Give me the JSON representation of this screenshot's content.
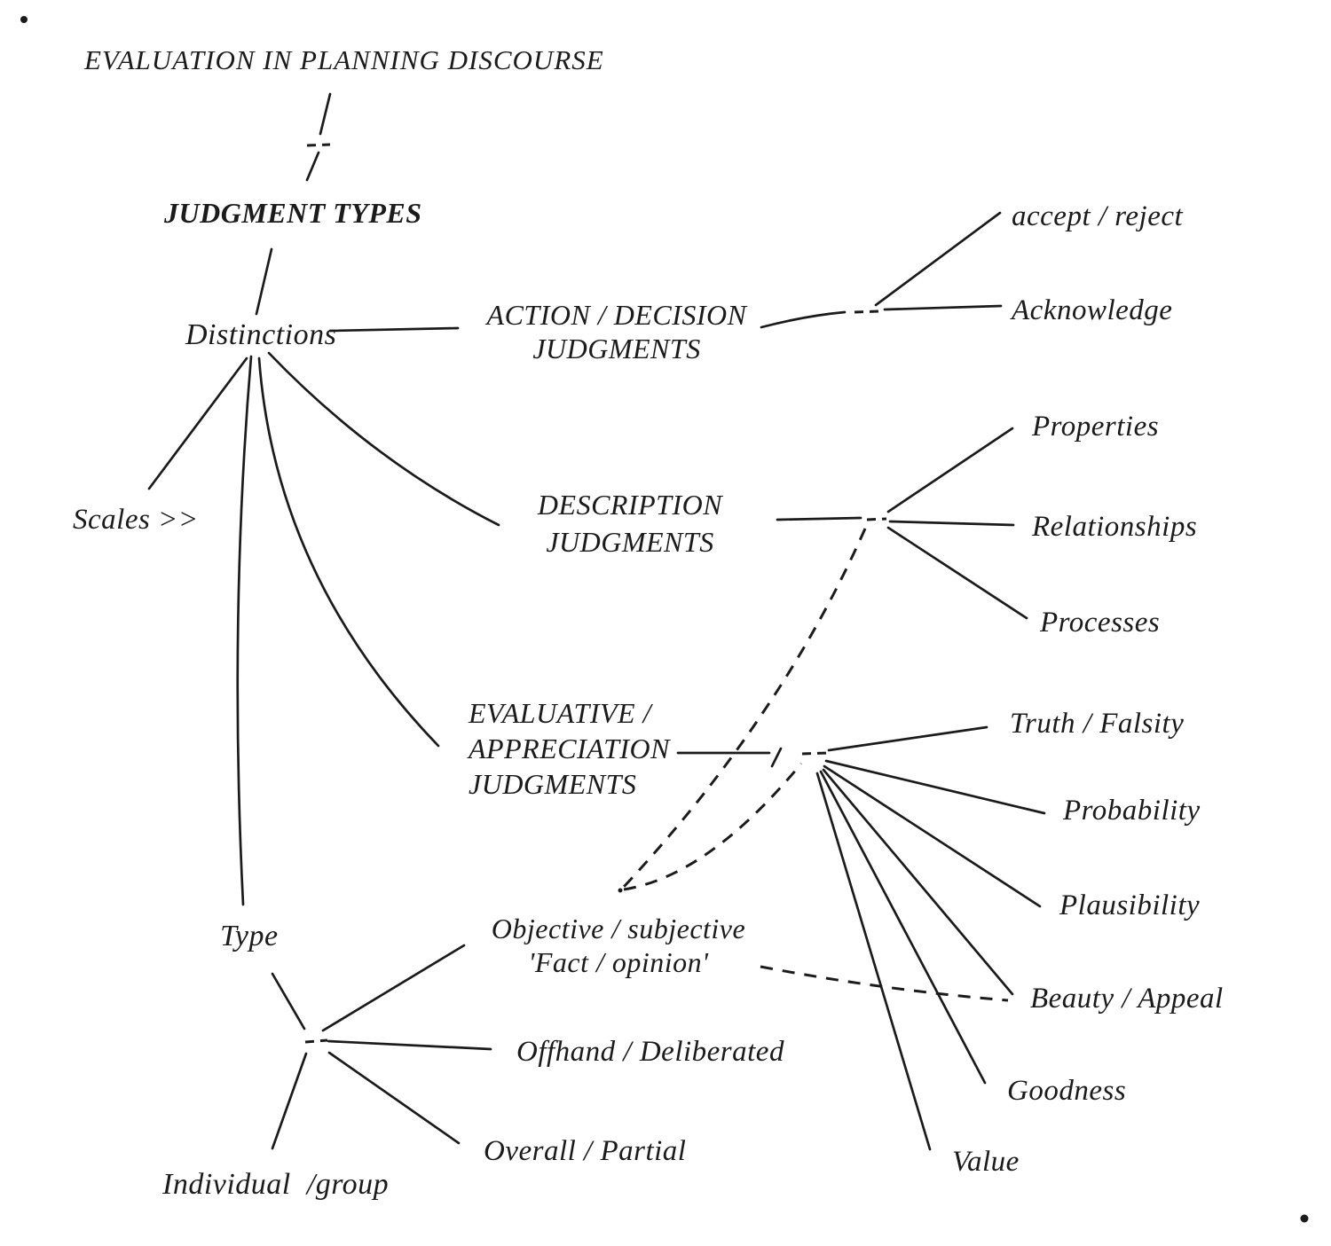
{
  "title": "EVALUATION IN PLANNING DISCOURSE",
  "root": {
    "label": "JUDGMENT TYPES"
  },
  "hub": {
    "label": "Distinctions"
  },
  "side_note": {
    "label": "Scales >>"
  },
  "branches": {
    "action": {
      "line1": "ACTION / DECISION",
      "line2": "JUDGMENTS",
      "children": {
        "accept_reject": "accept / reject",
        "acknowledge": "Acknowledge"
      }
    },
    "description": {
      "line1": "DESCRIPTION",
      "line2": "JUDGMENTS",
      "children": {
        "properties": "Properties",
        "relationships": "Relationships",
        "processes": "Processes"
      }
    },
    "evaluative": {
      "line1": "EVALUATIVE /",
      "line2": "APPRECIATION",
      "line3": "JUDGMENTS",
      "children": {
        "truth_falsity": "Truth / Falsity",
        "probability": "Probability",
        "plausibility": "Plausibility",
        "beauty_appeal": "Beauty / Appeal",
        "goodness": "Goodness",
        "value": "Value"
      }
    },
    "type": {
      "label": "Type",
      "children": {
        "objective_line1": "Objective / subjective",
        "objective_line2": "'Fact / opinion'",
        "offhand_deliberated": "Offhand / Deliberated",
        "overall_partial": "Overall / Partial",
        "individual_group": "Individual  /group"
      }
    }
  },
  "edges": [
    {
      "from": "evaluation_in_planning_discourse",
      "to": "judgment_types",
      "style": "solid-with-dash-mark"
    },
    {
      "from": "judgment_types",
      "to": "distinctions",
      "style": "solid"
    },
    {
      "from": "distinctions",
      "to": "action_decision_judgments",
      "style": "solid"
    },
    {
      "from": "distinctions",
      "to": "description_judgments",
      "style": "solid"
    },
    {
      "from": "distinctions",
      "to": "evaluative_appreciation_judgments",
      "style": "solid"
    },
    {
      "from": "distinctions",
      "to": "scales",
      "style": "solid"
    },
    {
      "from": "distinctions",
      "to": "type",
      "style": "solid"
    },
    {
      "from": "action_decision_judgments",
      "to": "accept_reject",
      "style": "solid"
    },
    {
      "from": "action_decision_judgments",
      "to": "acknowledge",
      "style": "solid"
    },
    {
      "from": "description_judgments",
      "to": "properties",
      "style": "solid"
    },
    {
      "from": "description_judgments",
      "to": "relationships",
      "style": "solid"
    },
    {
      "from": "description_judgments",
      "to": "processes",
      "style": "solid"
    },
    {
      "from": "evaluative_appreciation_judgments",
      "to": "truth_falsity",
      "style": "solid"
    },
    {
      "from": "evaluative_appreciation_judgments",
      "to": "probability",
      "style": "solid"
    },
    {
      "from": "evaluative_appreciation_judgments",
      "to": "plausibility",
      "style": "solid"
    },
    {
      "from": "evaluative_appreciation_judgments",
      "to": "beauty_appeal",
      "style": "solid"
    },
    {
      "from": "evaluative_appreciation_judgments",
      "to": "goodness",
      "style": "solid"
    },
    {
      "from": "evaluative_appreciation_judgments",
      "to": "value",
      "style": "solid"
    },
    {
      "from": "type",
      "to": "objective_subjective",
      "style": "solid"
    },
    {
      "from": "type",
      "to": "offhand_deliberated",
      "style": "solid"
    },
    {
      "from": "type",
      "to": "overall_partial",
      "style": "solid"
    },
    {
      "from": "type",
      "to": "individual_group",
      "style": "solid"
    },
    {
      "from": "objective_subjective",
      "to": "description_judgments",
      "style": "dashed"
    },
    {
      "from": "objective_subjective",
      "to": "evaluative_appreciation_judgments",
      "style": "dashed"
    },
    {
      "from": "objective_subjective",
      "to": "beauty_appeal",
      "style": "dashed"
    }
  ],
  "colors": {
    "ink": "#1b1b1b",
    "background": "#ffffff"
  }
}
